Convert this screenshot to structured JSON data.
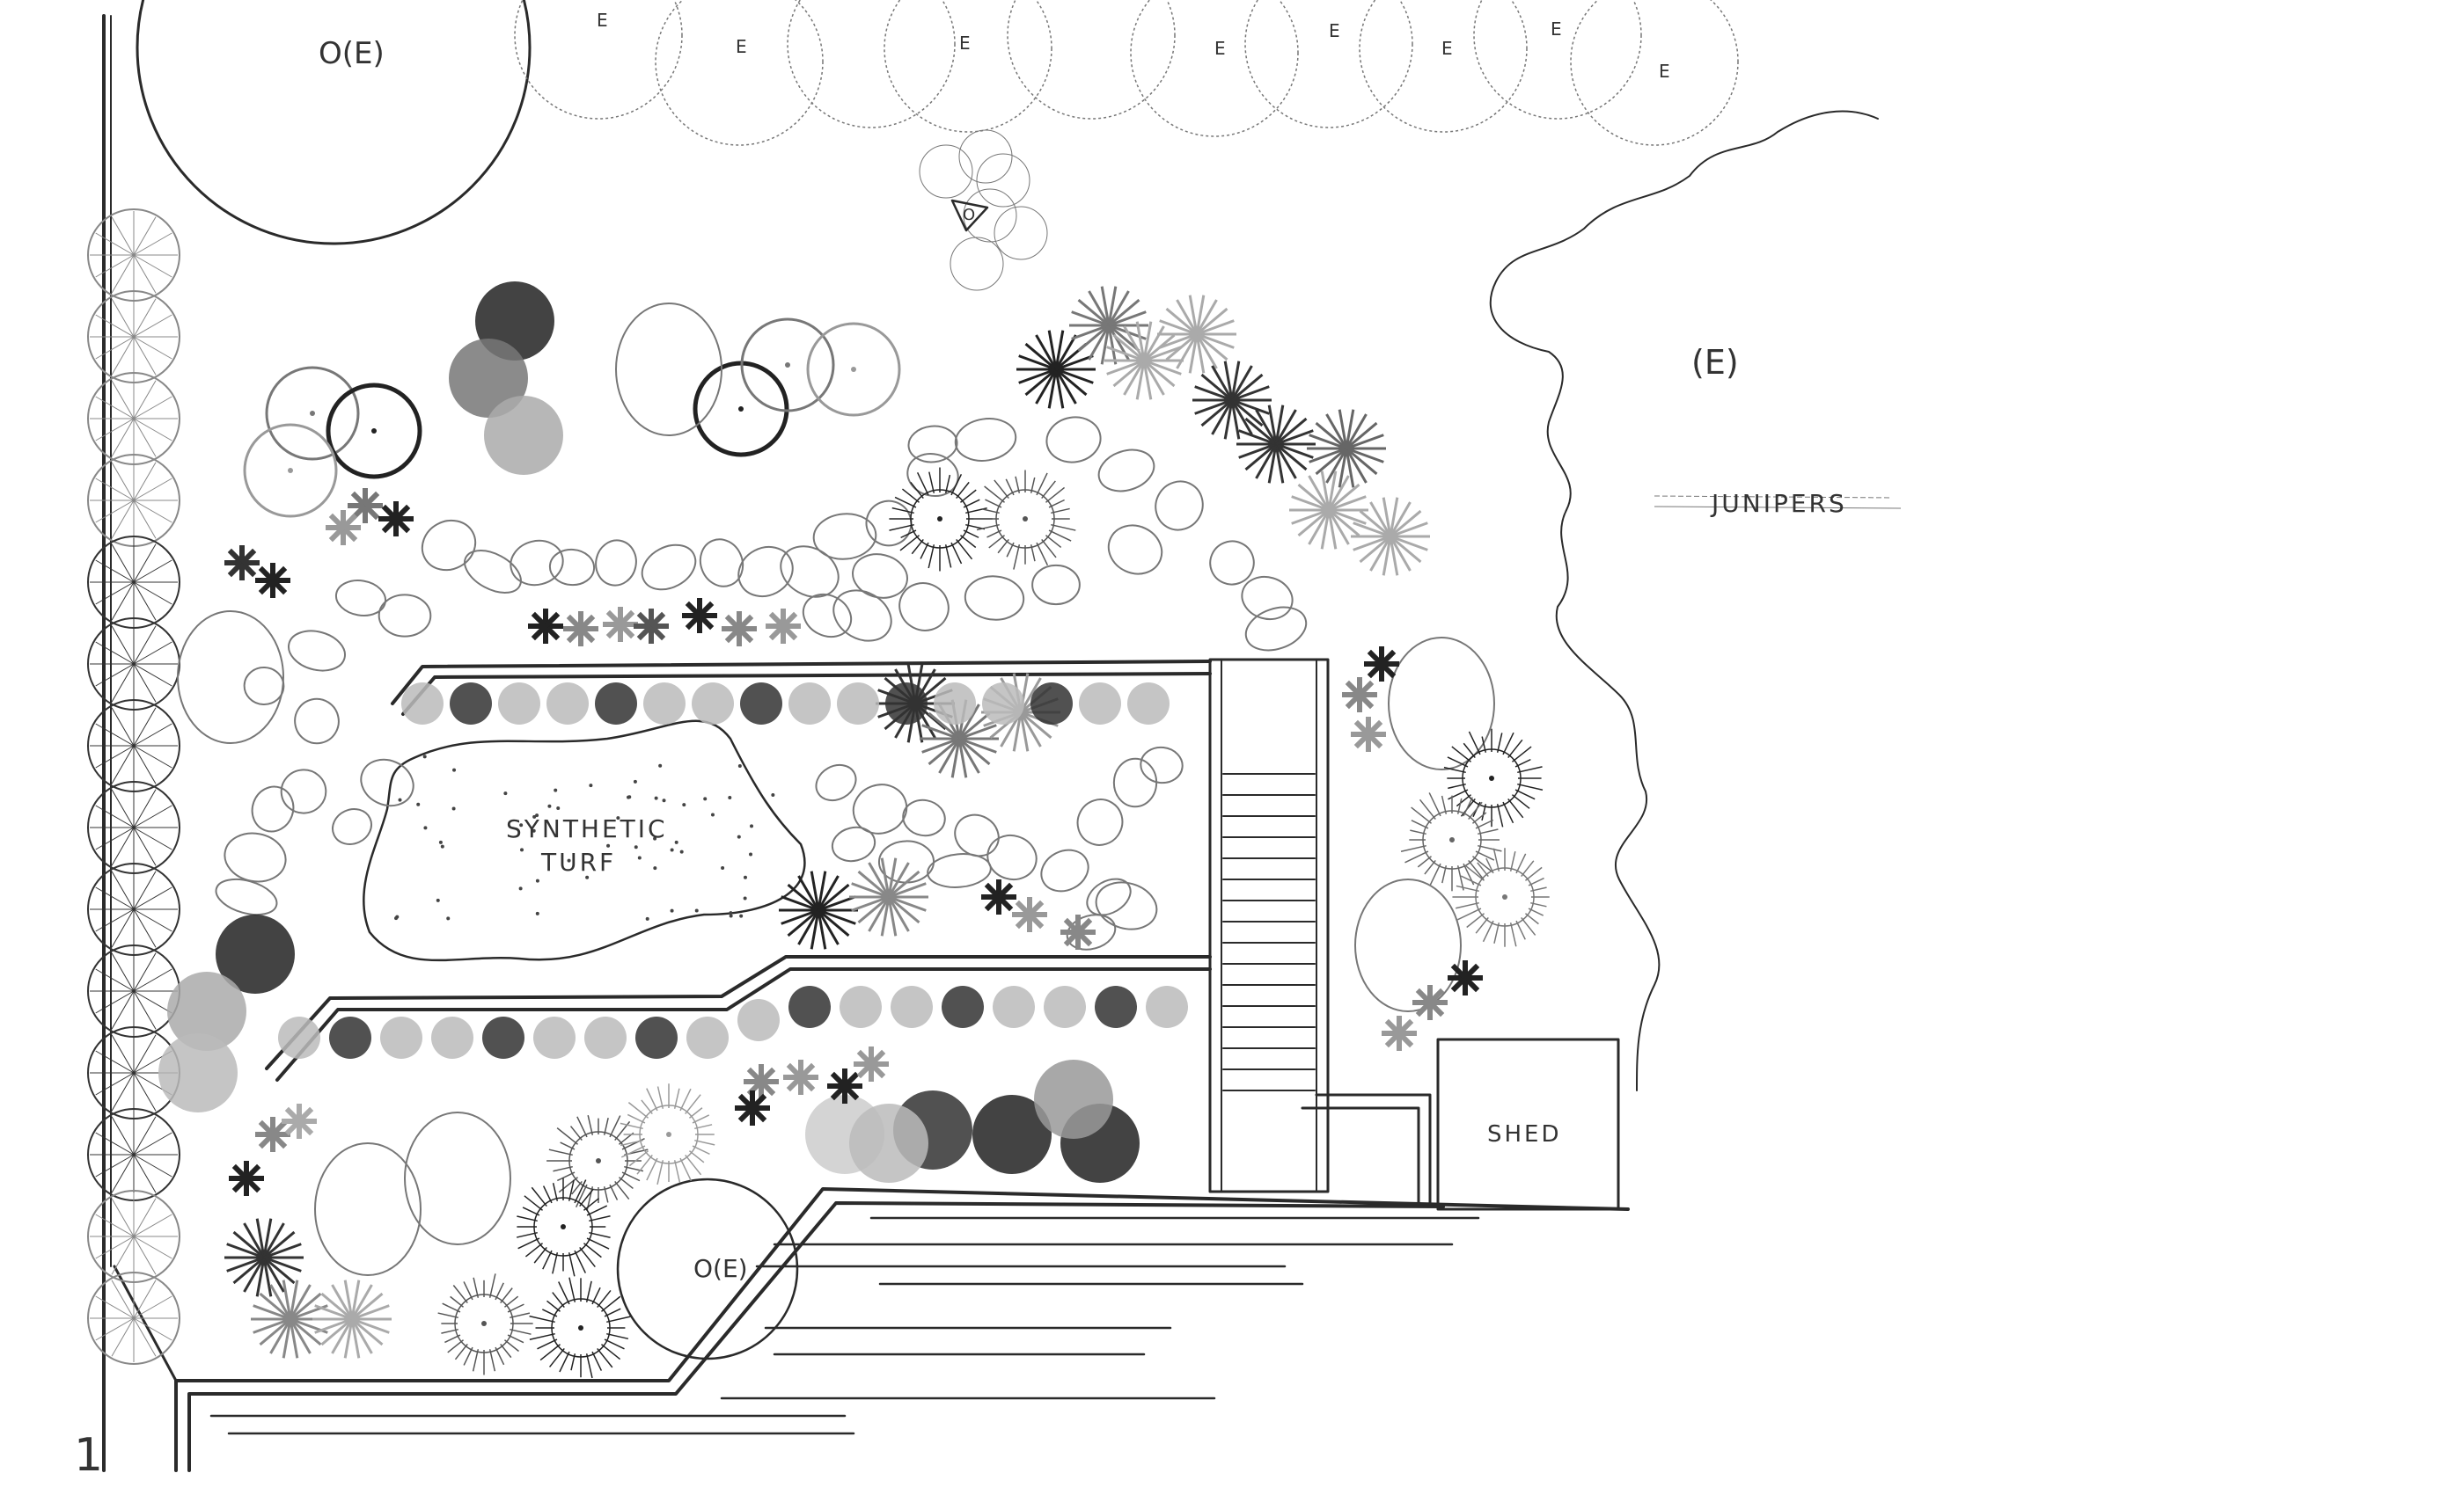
{
  "plan": {
    "sheet_number": "1",
    "existing_tree_top_left_label": "O(E)",
    "existing_tree_bottom_label": "O(E)",
    "existing_tree_row_labels": [
      "E",
      "E",
      "E",
      "E",
      "E",
      "E",
      "E",
      "E"
    ],
    "existing_area_label": "(E)",
    "junipers_label": "JUNIPERS",
    "turf_label_line1": "SYNTHETIC",
    "turf_label_line2": "TURF",
    "shed_label": "SHED",
    "small_tree_symbol_label": "O"
  },
  "colors": {
    "ink": "#2a2a2a",
    "light": "#8a8a8a",
    "paper": "#ffffff"
  }
}
